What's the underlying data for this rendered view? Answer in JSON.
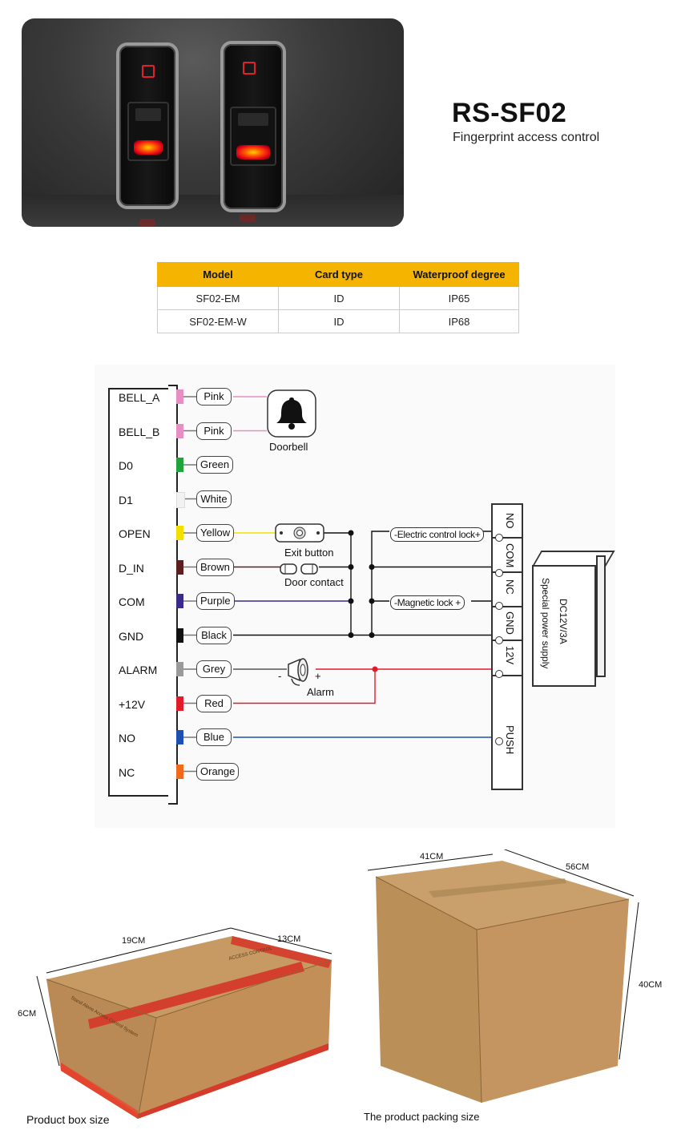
{
  "header": {
    "title": "RS-SF02",
    "subtitle": "Fingerprint access control"
  },
  "spec_table": {
    "columns": [
      "Model",
      "Card type",
      "Waterproof degree"
    ],
    "rows": [
      [
        "SF02-EM",
        "ID",
        "IP65"
      ],
      [
        "SF02-EM-W",
        "ID",
        "IP68"
      ]
    ]
  },
  "wiring": {
    "terminals": [
      {
        "name": "BELL_A",
        "wire": "Pink",
        "color": "#e78fc3"
      },
      {
        "name": "BELL_B",
        "wire": "Pink",
        "color": "#e78fc3"
      },
      {
        "name": "D0",
        "wire": "Green",
        "color": "#1fa33a"
      },
      {
        "name": "D1",
        "wire": "White",
        "color": "#f2f2f2"
      },
      {
        "name": "OPEN",
        "wire": "Yellow",
        "color": "#f2e100"
      },
      {
        "name": "D_IN",
        "wire": "Brown",
        "color": "#5b1f1f"
      },
      {
        "name": "COM",
        "wire": "Purple",
        "color": "#3b2a8a"
      },
      {
        "name": "GND",
        "wire": "Black",
        "color": "#111111"
      },
      {
        "name": "ALARM",
        "wire": "Grey",
        "color": "#9a9a9a"
      },
      {
        "name": "+12V",
        "wire": "Red",
        "color": "#e21b2a"
      },
      {
        "name": "NO",
        "wire": "Blue",
        "color": "#1d4fb3"
      },
      {
        "name": "NC",
        "wire": "Orange",
        "color": "#f06a1a"
      }
    ],
    "doorbell_label": "Doorbell",
    "exit_button_label": "Exit button",
    "door_contact_label": "Door contact",
    "alarm_label": "Alarm",
    "alarm_minus": "-",
    "alarm_plus": "+",
    "electric_lock_label": "-Electric control lock+",
    "magnetic_lock_label": "-Magnetic lock +",
    "psu_terminals": [
      "NO",
      "COM",
      "NC",
      "GND",
      "12V",
      "PUSH"
    ],
    "psu_voltage": "DC12V/3A",
    "psu_name": "Special power supply"
  },
  "boxes": {
    "product_box": {
      "caption": "Product box size",
      "length": "19CM",
      "width": "13CM",
      "height": "6CM",
      "print_top": "ACCESS CONTROL",
      "print_side": "Stand Alone Access Control System"
    },
    "packing_box": {
      "caption": "The product packing size",
      "length": "41CM",
      "width": "56CM",
      "height": "40CM"
    }
  }
}
